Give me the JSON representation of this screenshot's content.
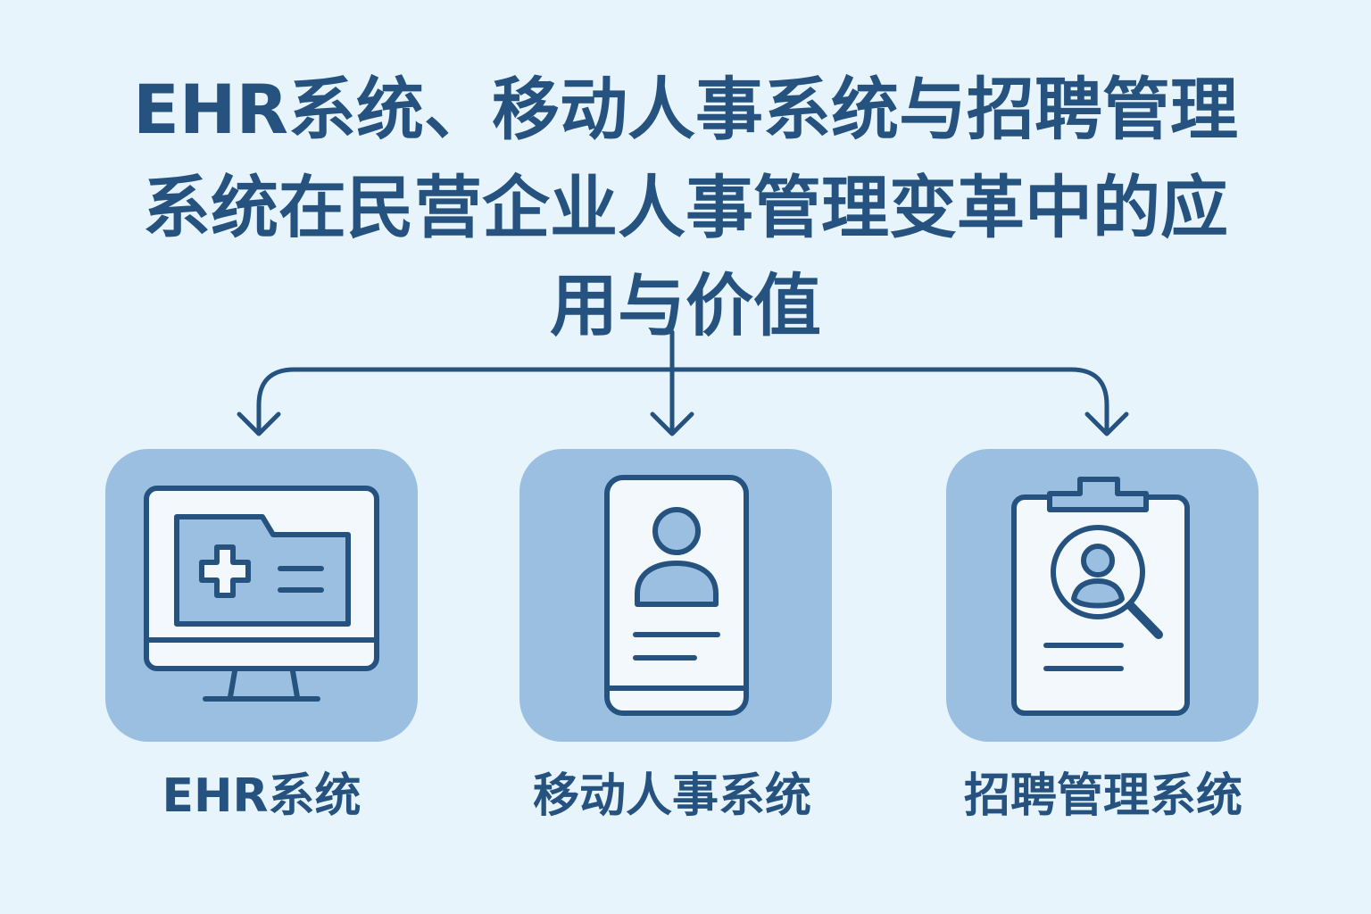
{
  "title": {
    "line1": "EHR系统、移动人事系统与招聘管理",
    "line2": "系统在民营企业人事管理变革中的应",
    "line3": "用与价值"
  },
  "nodes": [
    {
      "label": "EHR系统",
      "icon": "computer-medical-folder-icon"
    },
    {
      "label": "移动人事系统",
      "icon": "mobile-profile-icon"
    },
    {
      "label": "招聘管理系统",
      "icon": "clipboard-search-user-icon"
    }
  ],
  "colors": {
    "background": "#e8f4fc",
    "card": "#9bbfe0",
    "accent": "#25527f",
    "icon_fill": "#f3f8fd"
  }
}
